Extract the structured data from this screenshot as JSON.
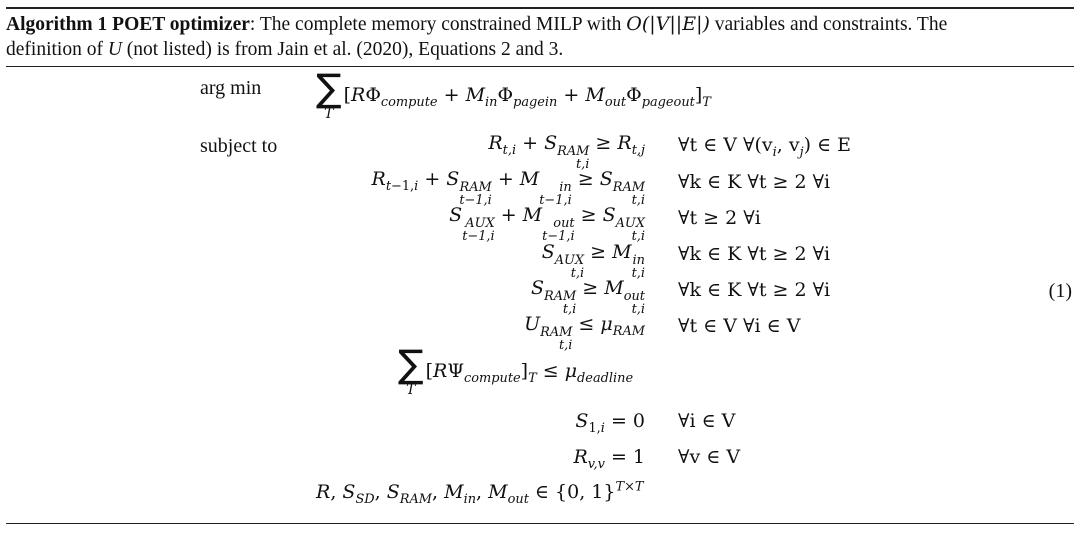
{
  "caption": {
    "algo_label": "Algorithm 1 POET optimizer",
    "text_a": ": The complete memory constrained MILP with ",
    "complexity": "O(|V||E|)",
    "text_b": " variables and constraints. The",
    "text_c": "definition of ",
    "var_U": "U",
    "text_d": " (not listed) is from Jain et al. (2020), Equations 2 and 3."
  },
  "labels": {
    "objective": "arg min",
    "subject_to": "subject to"
  },
  "equation_number": "(1)",
  "sum_index": "T",
  "constraints": [
    {
      "cond": "∀t ∈ V  ∀(v<sub>i</sub>, v<sub>j</sub>) ∈ E"
    },
    {
      "cond": "∀k ∈ K  ∀t ≥ 2  ∀i"
    },
    {
      "cond": "∀t ≥ 2  ∀i"
    },
    {
      "cond": "∀k ∈ K  ∀t ≥ 2  ∀i"
    },
    {
      "cond": "∀k ∈ K  ∀t ≥ 2  ∀i"
    },
    {
      "cond": "∀t ∈ V  ∀i ∈ V"
    },
    {
      "cond": "∀i ∈ V"
    },
    {
      "cond": "∀v ∈ V"
    }
  ],
  "conds": {
    "c1": "∀t ∈ V  ∀(v",
    "c1b": ", v",
    "c1c": ") ∈ E",
    "c2": "∀k ∈ K  ∀t ≥ 2  ∀i",
    "c3": "∀t ≥ 2  ∀i",
    "c4": "∀k ∈ K  ∀t ≥ 2  ∀i",
    "c5": "∀k ∈ K  ∀t ≥ 2  ∀i",
    "c6": "∀t ∈ V  ∀i ∈ V",
    "c7": "∀i ∈ V",
    "c8": "∀v ∈ V"
  }
}
